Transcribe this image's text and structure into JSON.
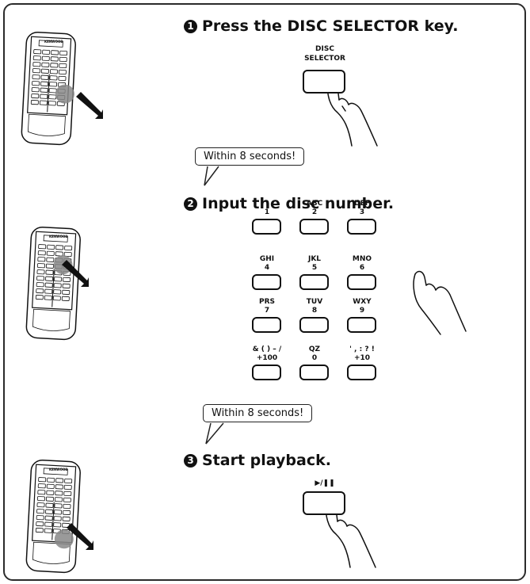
{
  "steps": [
    {
      "num": "1",
      "text": "Press the DISC SELECTOR key."
    },
    {
      "num": "2",
      "text": "Input the disc number."
    },
    {
      "num": "3",
      "text": "Start playback."
    }
  ],
  "bubbles": [
    "Within 8 seconds!",
    "Within 8 seconds!"
  ],
  "disc_selector": {
    "line1": "DISC",
    "line2": "SELECTOR"
  },
  "remote_brand": "KENWOOD",
  "keypad": [
    {
      "top": "",
      "num": "1"
    },
    {
      "top": "ABC",
      "num": "2"
    },
    {
      "top": "DEF",
      "num": "3"
    },
    {
      "top": "GHI",
      "num": "4"
    },
    {
      "top": "JKL",
      "num": "5"
    },
    {
      "top": "MNO",
      "num": "6"
    },
    {
      "top": "PRS",
      "num": "7"
    },
    {
      "top": "TUV",
      "num": "8"
    },
    {
      "top": "WXY",
      "num": "9"
    },
    {
      "top": "& ( ) – /",
      "num": "+100"
    },
    {
      "top": "QZ",
      "num": "0"
    },
    {
      "top": "' , : ? !",
      "num": "+10"
    }
  ],
  "play_pause": "▶/❚❚"
}
